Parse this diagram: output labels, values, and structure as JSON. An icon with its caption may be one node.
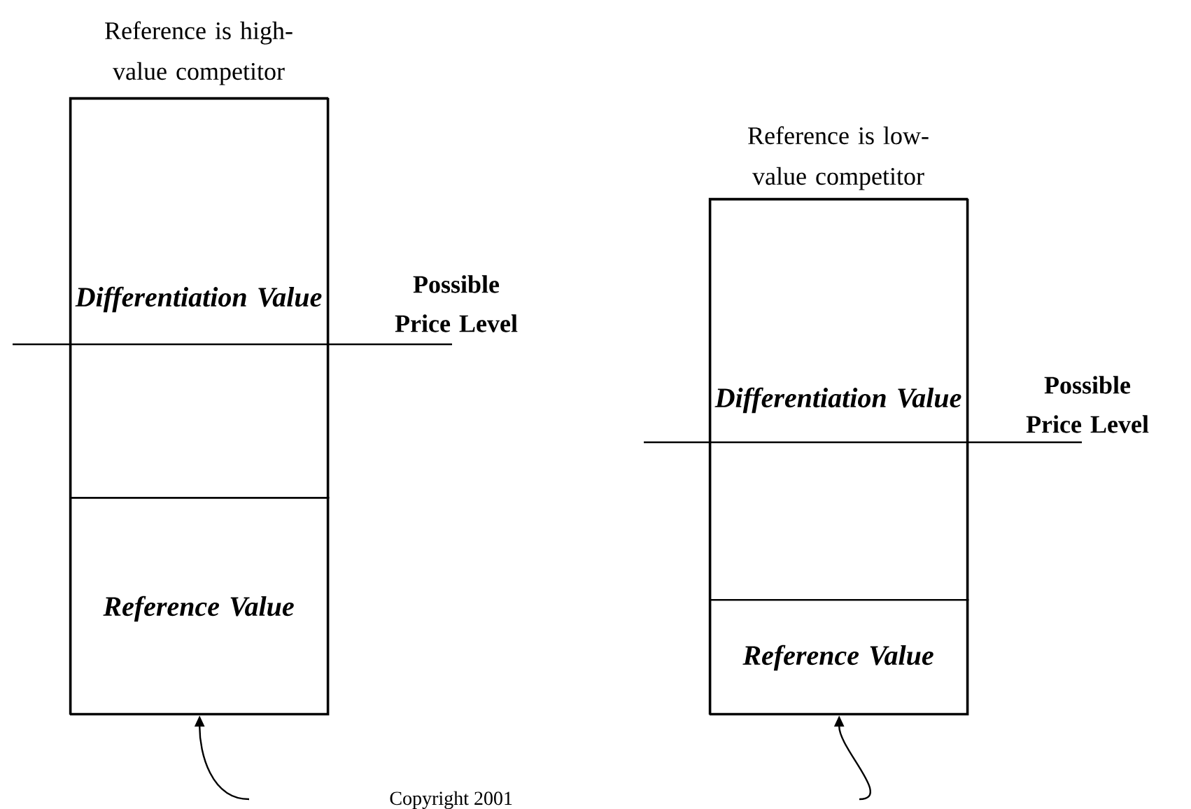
{
  "diagram": {
    "nodes": [
      {
        "text": [
          "Reference is high-value competitor"
        ]
      },
      {
        "text": [
          "Differentiation Value"
        ],
        "in": 0
      },
      {
        "text": [
          "Reference Value"
        ],
        "in": 0
      },
      {
        "text": [
          "Reference is low-value competitor"
        ]
      },
      {
        "text": [
          "Differentiation Value"
        ],
        "in": 3
      },
      {
        "text": [
          "Reference Value"
        ],
        "in": 3
      }
    ],
    "edges": [
      {
        "from": null,
        "to": 2,
        "arrow": "to"
      },
      {
        "from": null,
        "to": 5,
        "arrow": "to"
      }
    ],
    "labels": [
      "Possible Price Level",
      "Possible Price Level",
      "Copyright 2001"
    ]
  }
}
